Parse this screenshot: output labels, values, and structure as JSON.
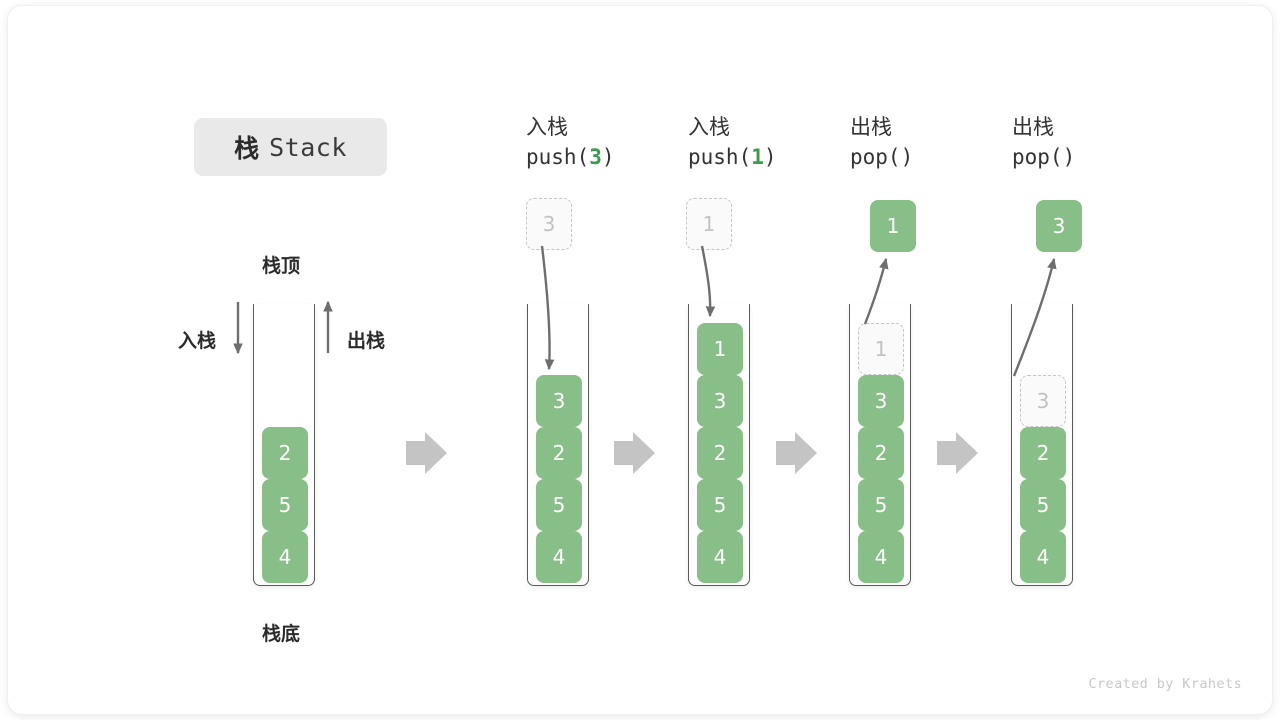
{
  "title": {
    "cn": "栈",
    "en": "Stack"
  },
  "annotations": {
    "top": "栈顶",
    "bottom": "栈底",
    "push": "入栈",
    "pop": "出栈"
  },
  "colors": {
    "cell_fill": "#88bf88",
    "cell_text": "#ffffff",
    "ghost_fill": "#fafafa",
    "ghost_border": "#c4c4c4",
    "ghost_text": "#c2c2c2",
    "accent_arg": "#3f9a4f",
    "chevron": "#c4c4c4",
    "arrow": "#6e6e6e",
    "title_chip_bg": "#e9e9e9"
  },
  "columns": [
    {
      "id": "initial",
      "head_cn": "",
      "head_code": "",
      "cells": [
        "2",
        "5",
        "4"
      ],
      "float": null
    },
    {
      "id": "push-3",
      "head_cn": "入栈",
      "head_code_pre": "push(",
      "head_code_arg": "3",
      "head_code_post": ")",
      "cells": [
        "3",
        "2",
        "5",
        "4"
      ],
      "float": {
        "value": "3",
        "style": "ghost"
      }
    },
    {
      "id": "push-1",
      "head_cn": "入栈",
      "head_code_pre": "push(",
      "head_code_arg": "1",
      "head_code_post": ")",
      "cells": [
        "1",
        "3",
        "2",
        "5",
        "4"
      ],
      "float": {
        "value": "1",
        "style": "ghost"
      }
    },
    {
      "id": "pop-1",
      "head_cn": "出栈",
      "head_code_pre": "pop(",
      "head_code_arg": "",
      "head_code_post": ")",
      "cells": [
        "1",
        "3",
        "2",
        "5",
        "4"
      ],
      "ghost_index": 0,
      "float": {
        "value": "1",
        "style": "solid"
      }
    },
    {
      "id": "pop-2",
      "head_cn": "出栈",
      "head_code_pre": "pop(",
      "head_code_arg": "",
      "head_code_post": ")",
      "cells": [
        "3",
        "2",
        "5",
        "4"
      ],
      "ghost_index": 0,
      "float": {
        "value": "3",
        "style": "solid"
      }
    }
  ],
  "credit": "Created by Krahets"
}
